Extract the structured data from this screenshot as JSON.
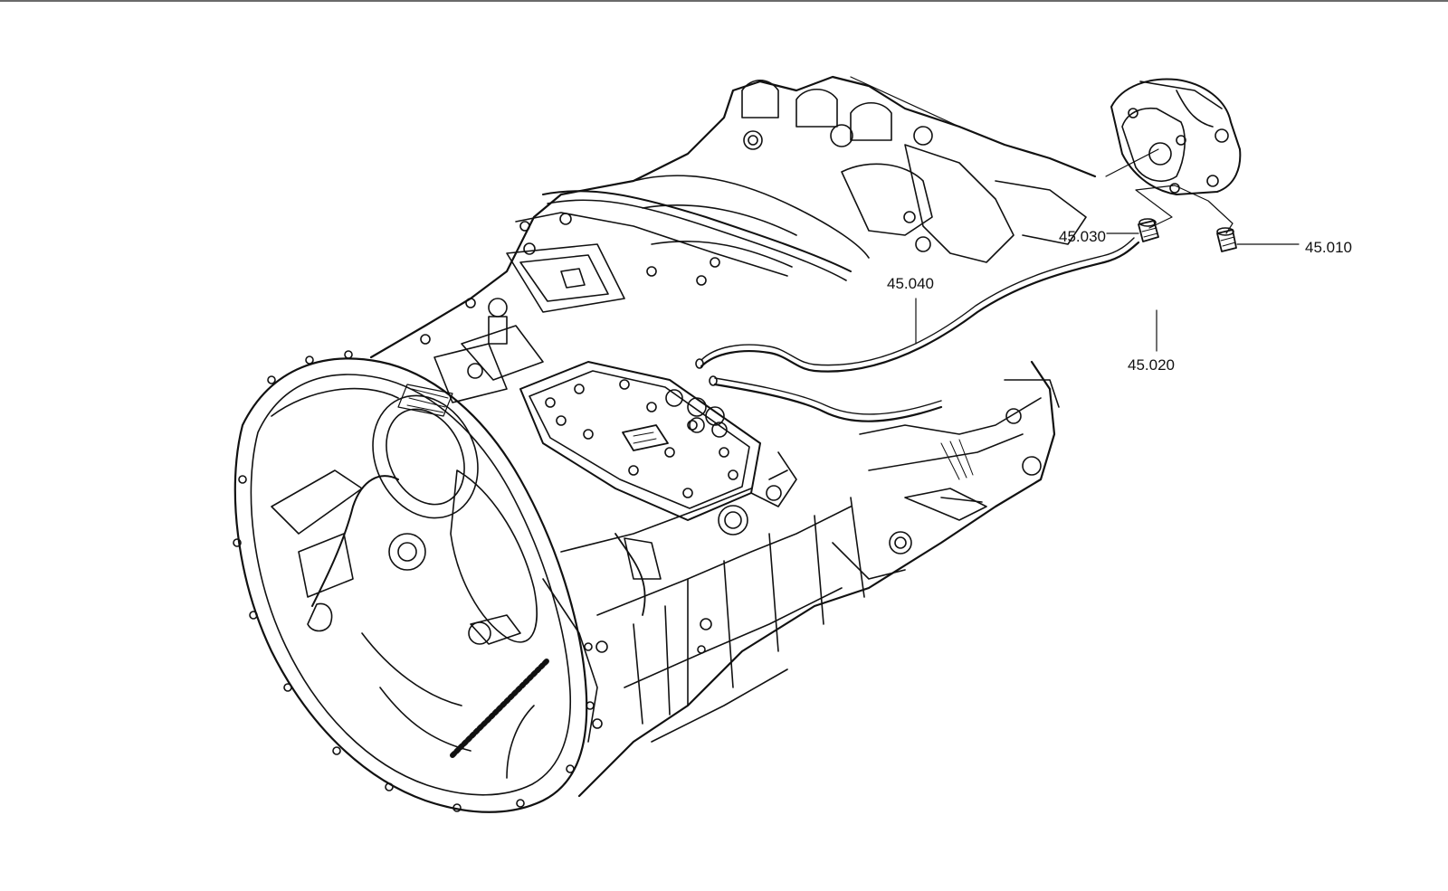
{
  "callouts": {
    "p45010": "45.010",
    "p45020": "45.020",
    "p45030": "45.030",
    "p45040": "45.040"
  }
}
